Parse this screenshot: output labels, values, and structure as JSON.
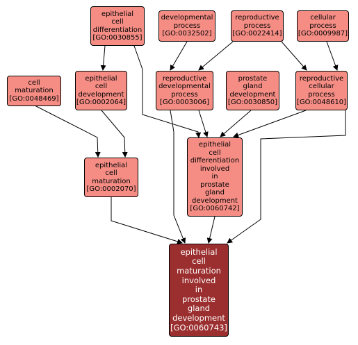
{
  "colors": {
    "node_fill": "#f58d85",
    "target_fill": "#9b2e2e",
    "border": "#000000",
    "edge": "#000000"
  },
  "nodes": {
    "n0030855": {
      "lines": [
        "epithelial",
        "cell",
        "differentiation"
      ],
      "id": "[GO:0030855]"
    },
    "n0032502": {
      "lines": [
        "developmental",
        "process"
      ],
      "id": "[GO:0032502]"
    },
    "n0022414": {
      "lines": [
        "reproductive",
        "process"
      ],
      "id": "[GO:0022414]"
    },
    "n0009987": {
      "lines": [
        "cellular",
        "process"
      ],
      "id": "[GO:0009987]"
    },
    "n0048469": {
      "lines": [
        "cell",
        "maturation"
      ],
      "id": "[GO:0048469]"
    },
    "n0002064": {
      "lines": [
        "epithelial",
        "cell",
        "development"
      ],
      "id": "[GO:0002064]"
    },
    "n0003006": {
      "lines": [
        "reproductive",
        "developmental",
        "process"
      ],
      "id": "[GO:0003006]"
    },
    "n0030850": {
      "lines": [
        "prostate",
        "gland",
        "development"
      ],
      "id": "[GO:0030850]"
    },
    "n0048610": {
      "lines": [
        "reproductive",
        "cellular",
        "process"
      ],
      "id": "[GO:0048610]"
    },
    "n0060742": {
      "lines": [
        "epithelial",
        "cell",
        "differentiation",
        "involved",
        "in",
        "prostate",
        "gland",
        "development"
      ],
      "id": "[GO:0060742]"
    },
    "n0002070": {
      "lines": [
        "epithelial",
        "cell",
        "maturation"
      ],
      "id": "[GO:0002070]"
    },
    "n0060743": {
      "lines": [
        "epithelial",
        "cell",
        "maturation",
        "involved",
        "in",
        "prostate",
        "gland",
        "development"
      ],
      "id": "[GO:0060743]"
    }
  }
}
